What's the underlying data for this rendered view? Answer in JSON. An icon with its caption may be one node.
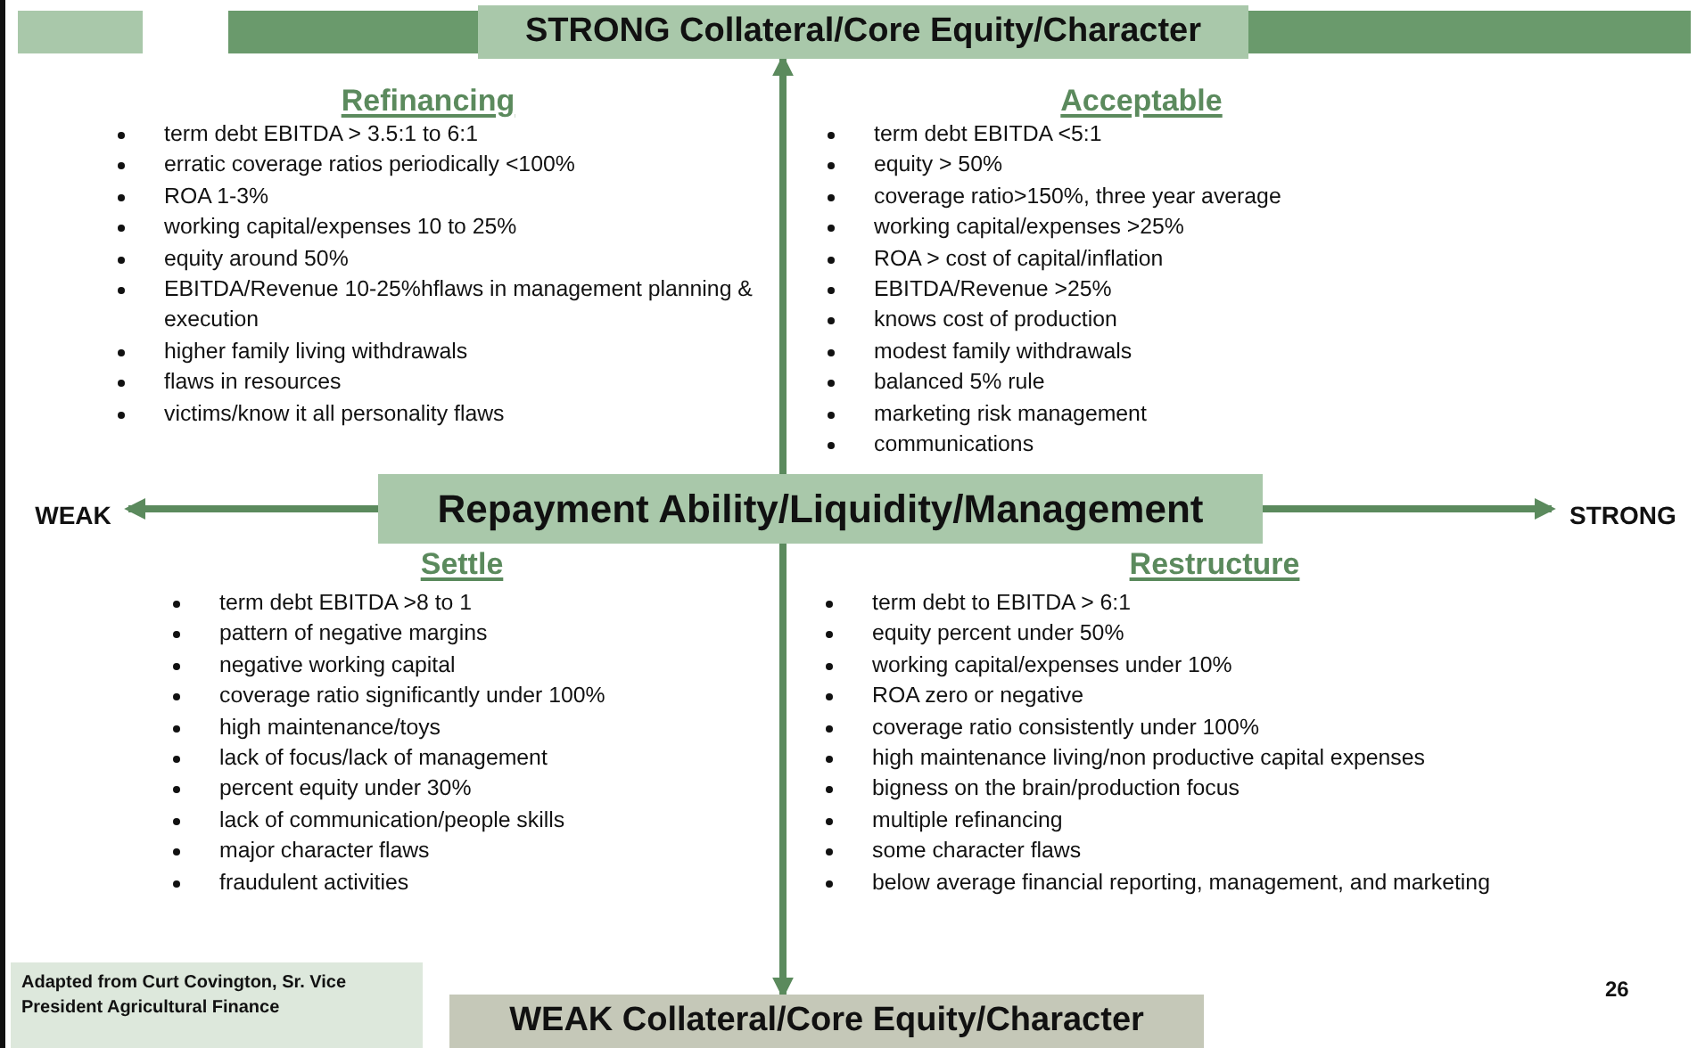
{
  "diagram": {
    "nodes": [
      {
        "text": [
          "STRONG Collateral/Core Equity/Character"
        ]
      },
      {
        "text": [
          "Repayment Ability/Liquidity/Management"
        ]
      },
      {
        "text": [
          "WEAK Collateral/Core Equity/Character"
        ]
      },
      {
        "text": [
          "WEAK"
        ]
      },
      {
        "text": [
          "STRONG"
        ]
      }
    ],
    "edges": [
      {
        "from": 1,
        "to": 0,
        "arrow": "to"
      },
      {
        "from": 1,
        "to": 2,
        "arrow": "to"
      },
      {
        "from": 1,
        "to": 3,
        "arrow": "to"
      },
      {
        "from": 1,
        "to": 4,
        "arrow": "to"
      }
    ],
    "labels": [
      "Refinancing",
      "term debt EBITDA > 3.5:1  to 6:1",
      "erratic coverage ratios periodically <100%",
      "ROA 1-3%",
      "working capital/expenses 10 to 25%",
      "equity around 50%",
      "EBITDA/Revenue 10-25%hflaws in management planning & execution",
      "higher family living withdrawals",
      "flaws in resources",
      "victims/know it all personality flaws",
      "Acceptable",
      "term debt EBITDA <5:1",
      "equity > 50%",
      "coverage ratio>150%, three year average",
      "working capital/expenses >25%",
      "ROA > cost of capital/inflation",
      "EBITDA/Revenue >25%",
      "knows cost of production",
      "modest family withdrawals",
      "balanced 5% rule",
      "marketing risk management",
      "communications",
      "Settle",
      "term debt EBITDA >8 to 1",
      "pattern of negative margins",
      "negative working capital",
      "coverage ratio significantly under 100%",
      "high maintenance/toys",
      "lack of focus/lack of management",
      "percent equity under 30%",
      "lack of communication/people skills",
      "major character flaws",
      "fraudulent activities",
      "Restructure",
      "term debt to EBITDA > 6:1",
      "equity percent under 50%",
      "working capital/expenses under 10%",
      "ROA zero or negative",
      "coverage ratio consistently under 100%",
      "high maintenance living/non productive capital expenses",
      "bigness on the brain/production focus",
      "multiple refinancing",
      "some character flaws",
      "below average financial reporting, management, and marketing",
      "Adapted from Curt Covington, Sr. Vice President Agricultural Finance",
      "26"
    ]
  }
}
